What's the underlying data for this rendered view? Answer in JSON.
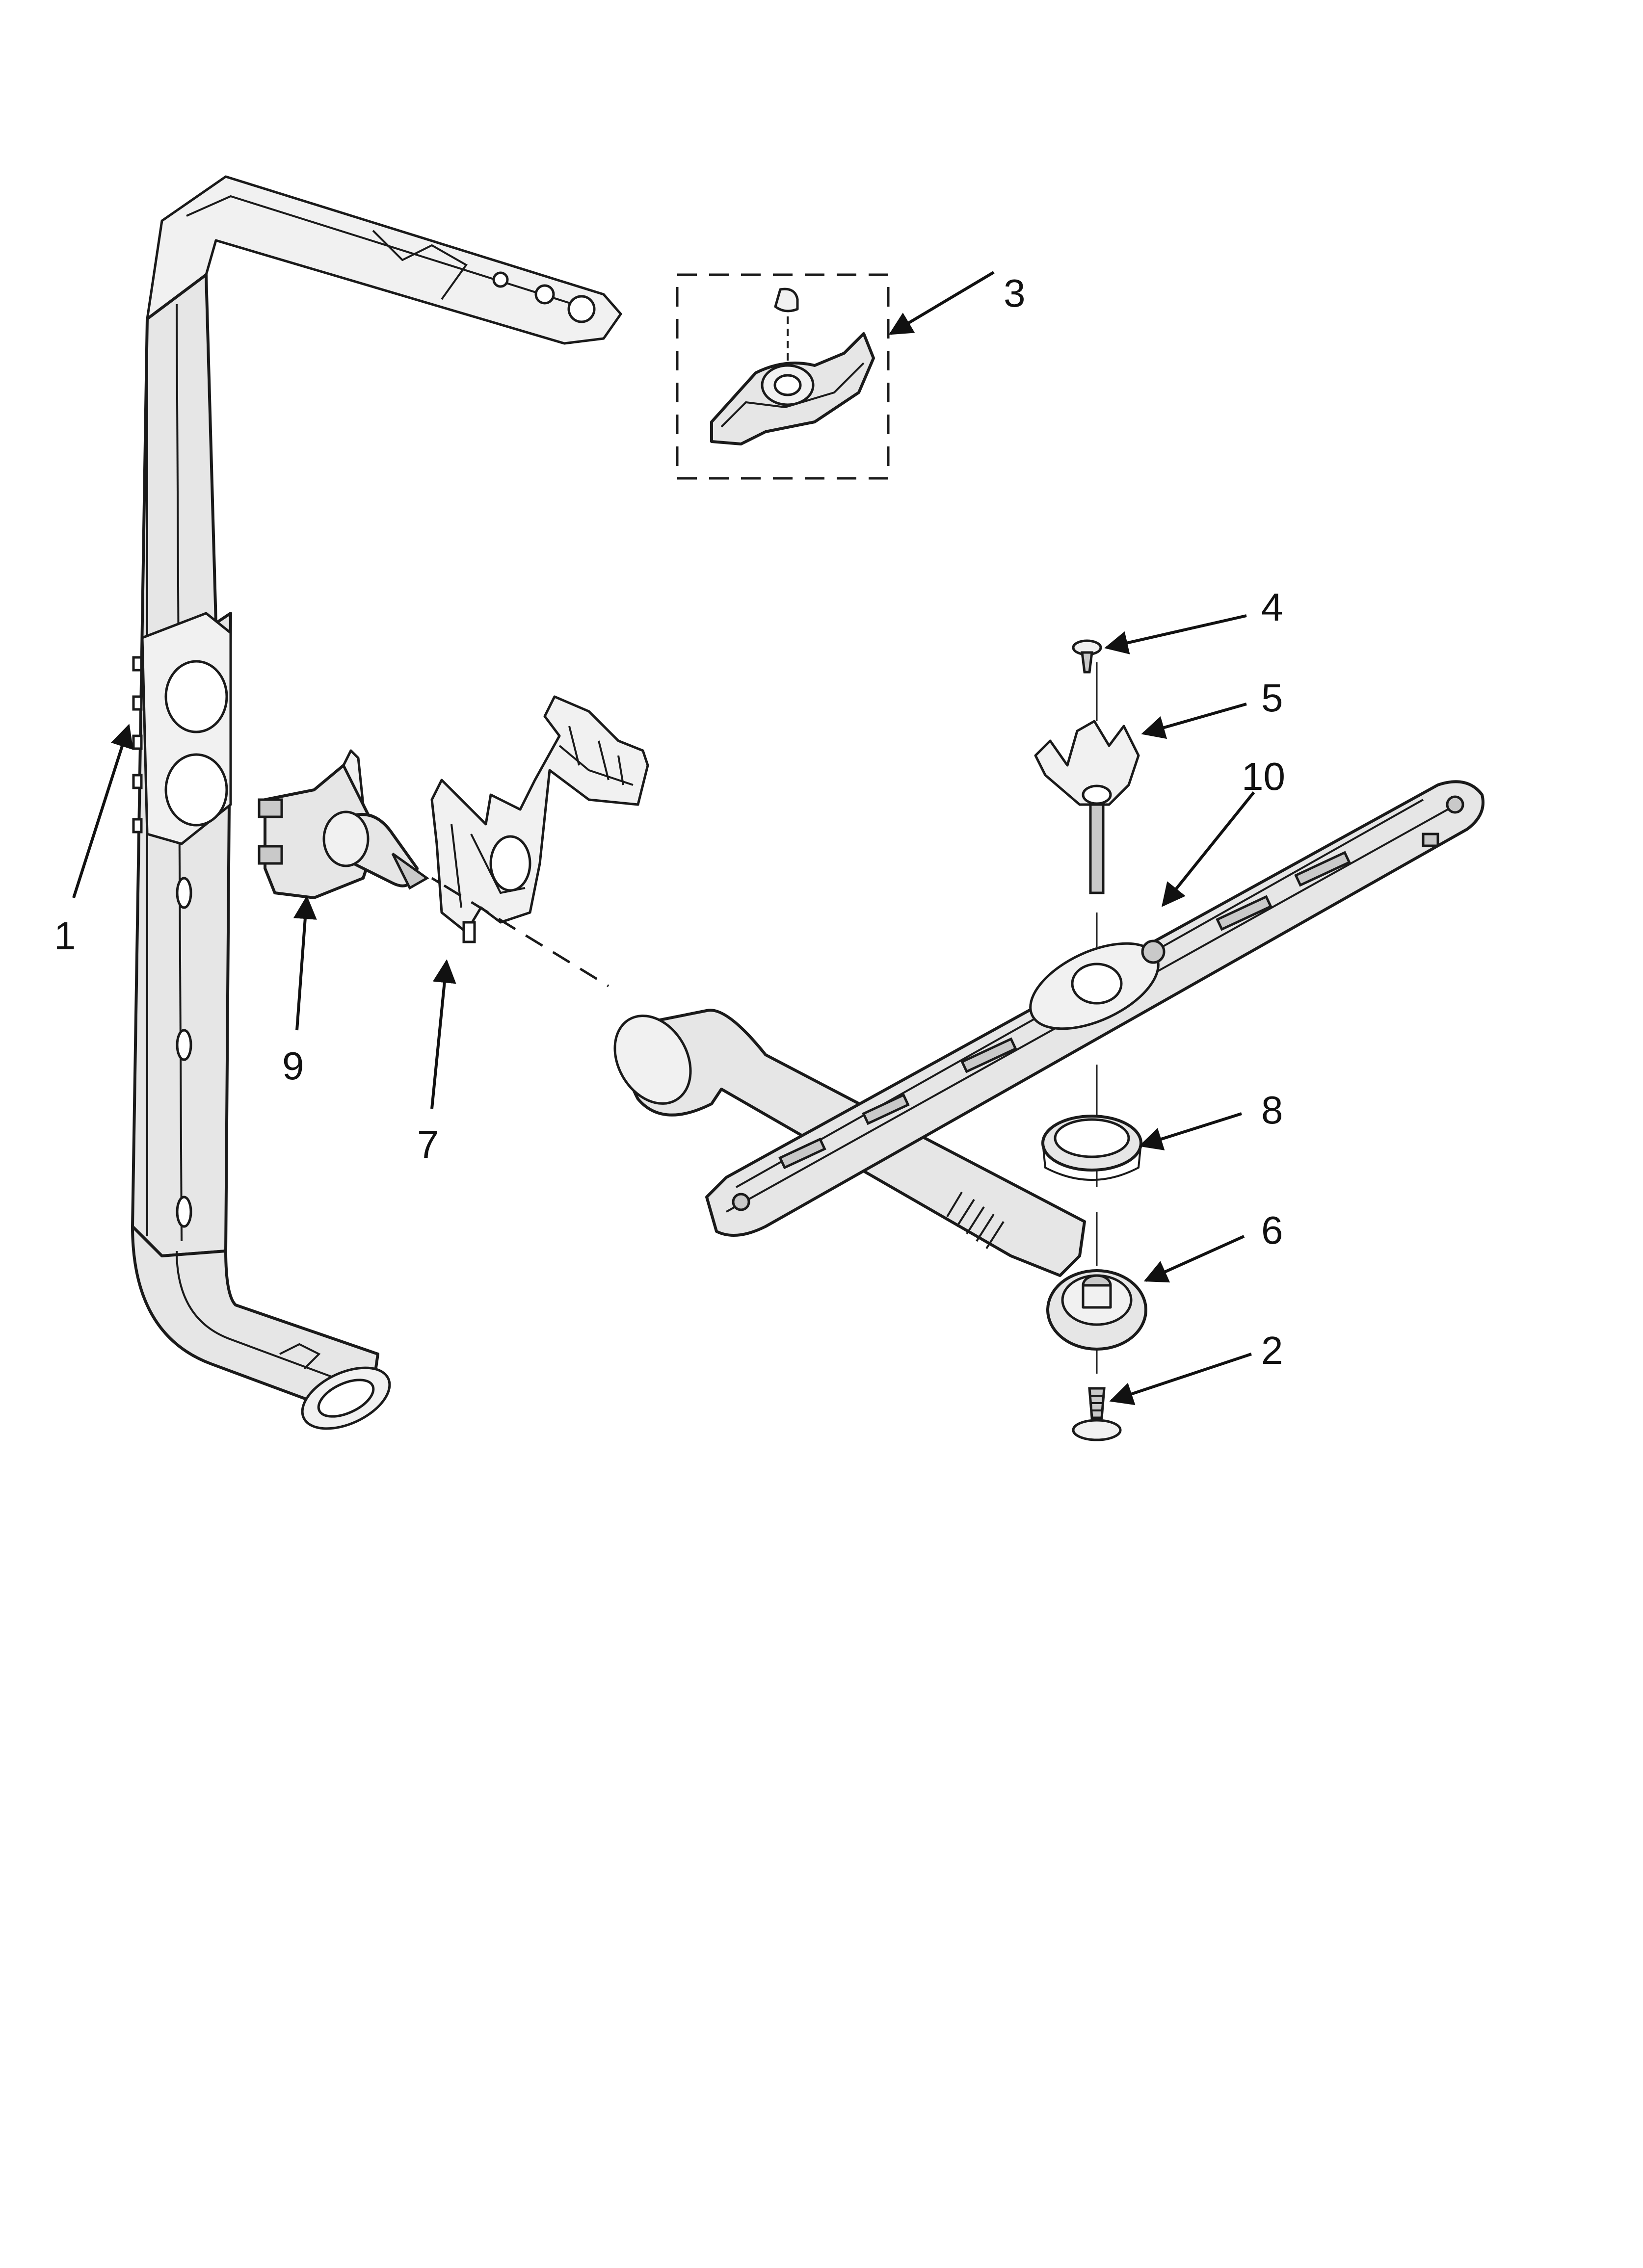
{
  "callouts": {
    "c1": "1",
    "c2": "2",
    "c3": "3",
    "c4": "4",
    "c5": "5",
    "c6": "6",
    "c7": "7",
    "c8": "8",
    "c9": "9",
    "c10": "10"
  },
  "colors": {
    "line": "#1a1a1a",
    "fill": "#e6e6e6",
    "background": "#ffffff"
  }
}
